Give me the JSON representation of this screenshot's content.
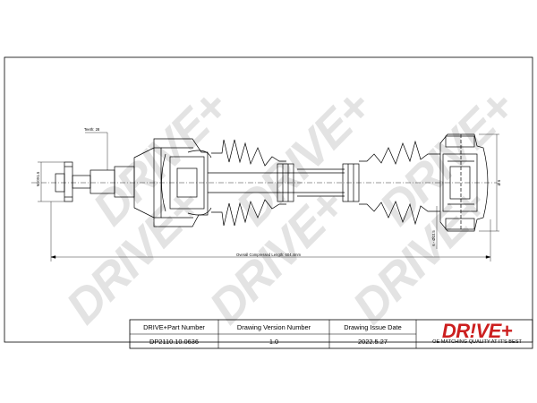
{
  "watermark": {
    "text": "DRIVE+"
  },
  "logo": {
    "text": "DR!VE+",
    "tagline": "OE MATCHING QUALITY AT IT'S BEST"
  },
  "annotations": {
    "teeth": "Teeth: 28",
    "thread": "M20X1.5",
    "overall_length": "Overall Compressed Length: 604.4mm",
    "diameter_right": "Ø 6",
    "bore_right": "6 - Ø10.5"
  },
  "title_block": {
    "headers": [
      "DRIVE+Part Number",
      "Drawing Version Number",
      "Drawing Issue Date"
    ],
    "values": [
      "DP2110.10.0636",
      "1.0",
      "2022.5.27"
    ]
  },
  "colors": {
    "logo_red": "#cc1f1f",
    "line": "#000000"
  }
}
